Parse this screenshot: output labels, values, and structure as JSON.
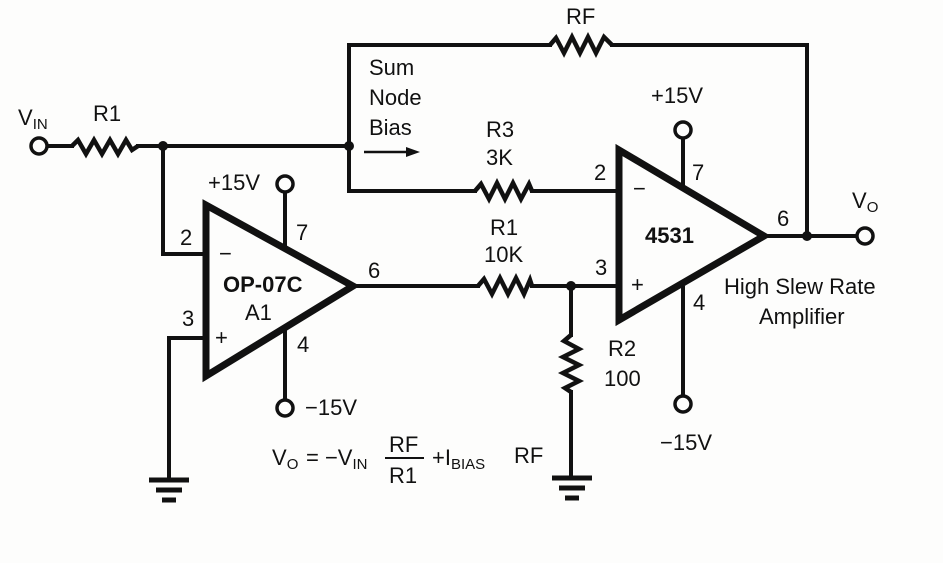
{
  "diagram": {
    "type": "circuit-schematic",
    "description": "Composite amplifier: precision op amp A1 (OP-07C) servoing sum node bias of high slew rate amplifier 4531",
    "labels": {
      "vin_main": "V",
      "vin_sub": "IN",
      "vo_main": "V",
      "vo_sub": "O",
      "sum_node_bias": [
        "Sum",
        "Node",
        "Bias"
      ]
    },
    "resistors": {
      "r1_input": {
        "name": "R1",
        "value": ""
      },
      "rf": {
        "name": "RF",
        "value": ""
      },
      "r3": {
        "name": "R3",
        "value": "3K"
      },
      "r1_servo": {
        "name": "R1",
        "value": "10K"
      },
      "r2": {
        "name": "R2",
        "value": "100"
      }
    },
    "opamps": {
      "a1": {
        "part": "OP-07C",
        "ref": "A1",
        "pins": {
          "inv": "2",
          "noninv": "3",
          "vplus": "7",
          "vminus": "4",
          "out": "6"
        },
        "inv_sign": "−",
        "noninv_sign": "+",
        "supply_pos": "+15V",
        "supply_neg": "−15V"
      },
      "u2": {
        "part": "4531",
        "pins": {
          "inv": "2",
          "noninv": "3",
          "vplus": "7",
          "vminus": "4",
          "out": "6"
        },
        "inv_sign": "−",
        "noninv_sign": "+",
        "supply_pos": "+15V",
        "supply_neg": "−15V",
        "caption": [
          "High Slew Rate",
          "Amplifier"
        ]
      }
    },
    "equation": {
      "lhs_main": "V",
      "lhs_sub": "O",
      "equals": "= −V",
      "vin_sub": "IN",
      "frac_num": "RF",
      "frac_den": "R1",
      "plus": "+I",
      "ibias_sub": "BIAS",
      "tail": "RF"
    }
  }
}
